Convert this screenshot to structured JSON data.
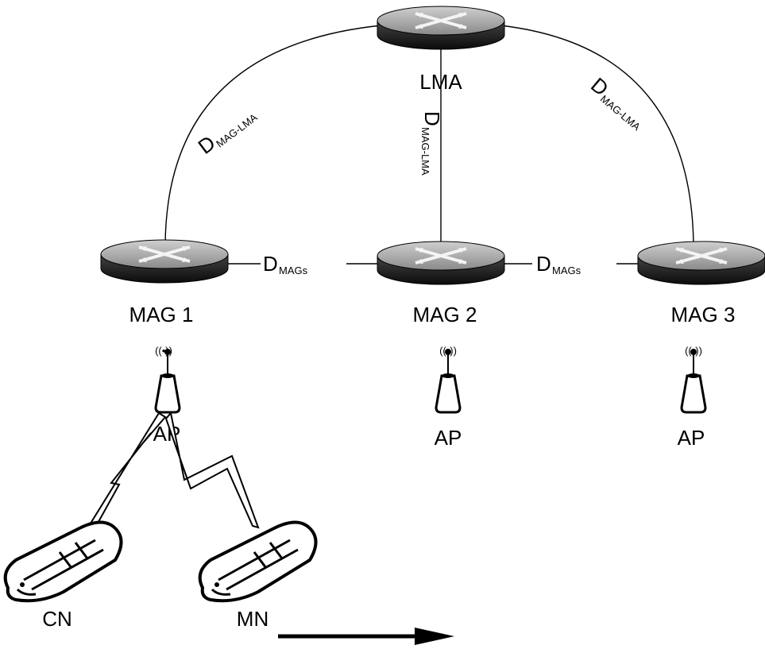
{
  "nodes": {
    "lma": {
      "label": "LMA"
    },
    "mag1": {
      "label": "MAG 1"
    },
    "mag2": {
      "label": "MAG 2"
    },
    "mag3": {
      "label": "MAG 3"
    },
    "ap1": {
      "label": "AP"
    },
    "ap2": {
      "label": "AP"
    },
    "ap3": {
      "label": "AP"
    },
    "cn": {
      "label": "CN"
    },
    "mn": {
      "label": "MN"
    }
  },
  "edges": {
    "mag_lma_symbol": "D",
    "mag_lma_subscript": "MAG-LMA",
    "mags_symbol": "D",
    "mags_subscript": "MAGs"
  },
  "wireless_symbol": "((•))",
  "movement_arrow": {
    "direction": "right"
  }
}
